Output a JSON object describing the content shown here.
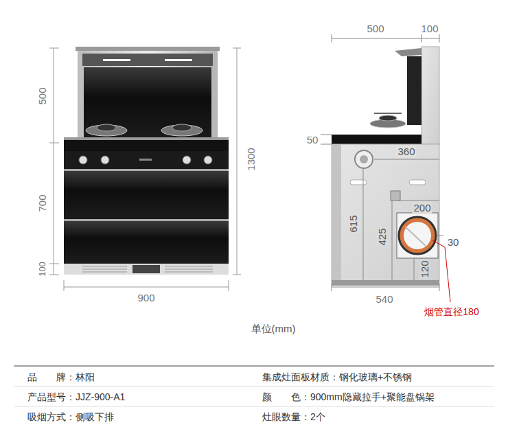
{
  "diagram": {
    "labels": [
      "500",
      "100",
      "500",
      "50",
      "360",
      "1300",
      "200",
      "700",
      "615",
      "425",
      "30",
      "100",
      "120",
      "900",
      "540",
      "烟管直径180",
      "单位(mm)",
      "品　　牌：林阳",
      "集成灶面板材质：钢化玻璃+不锈钢",
      "产品型号：JJZ-900-A1",
      "颜　　色：900mm隐藏拉手+聚能盘锅架",
      "吸烟方式：侧吸下排",
      "灶眼数量：2个"
    ]
  }
}
